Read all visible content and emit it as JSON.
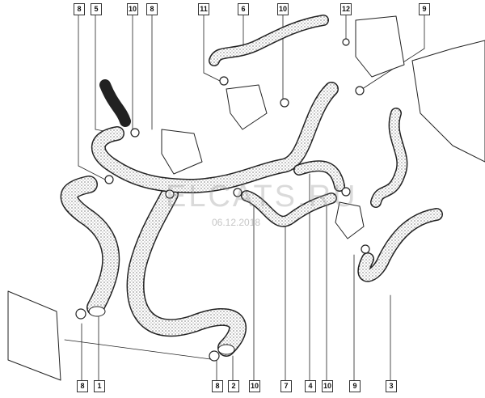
{
  "watermark": "ELCATS.RU",
  "date": "06.12.2018",
  "callouts_top": [
    "8",
    "5",
    "10",
    "8",
    "11",
    "6",
    "10",
    "12",
    "9"
  ],
  "callouts_bottom": [
    "8",
    "1",
    "8",
    "2",
    "10",
    "7",
    "4",
    "10",
    "9",
    "3"
  ]
}
